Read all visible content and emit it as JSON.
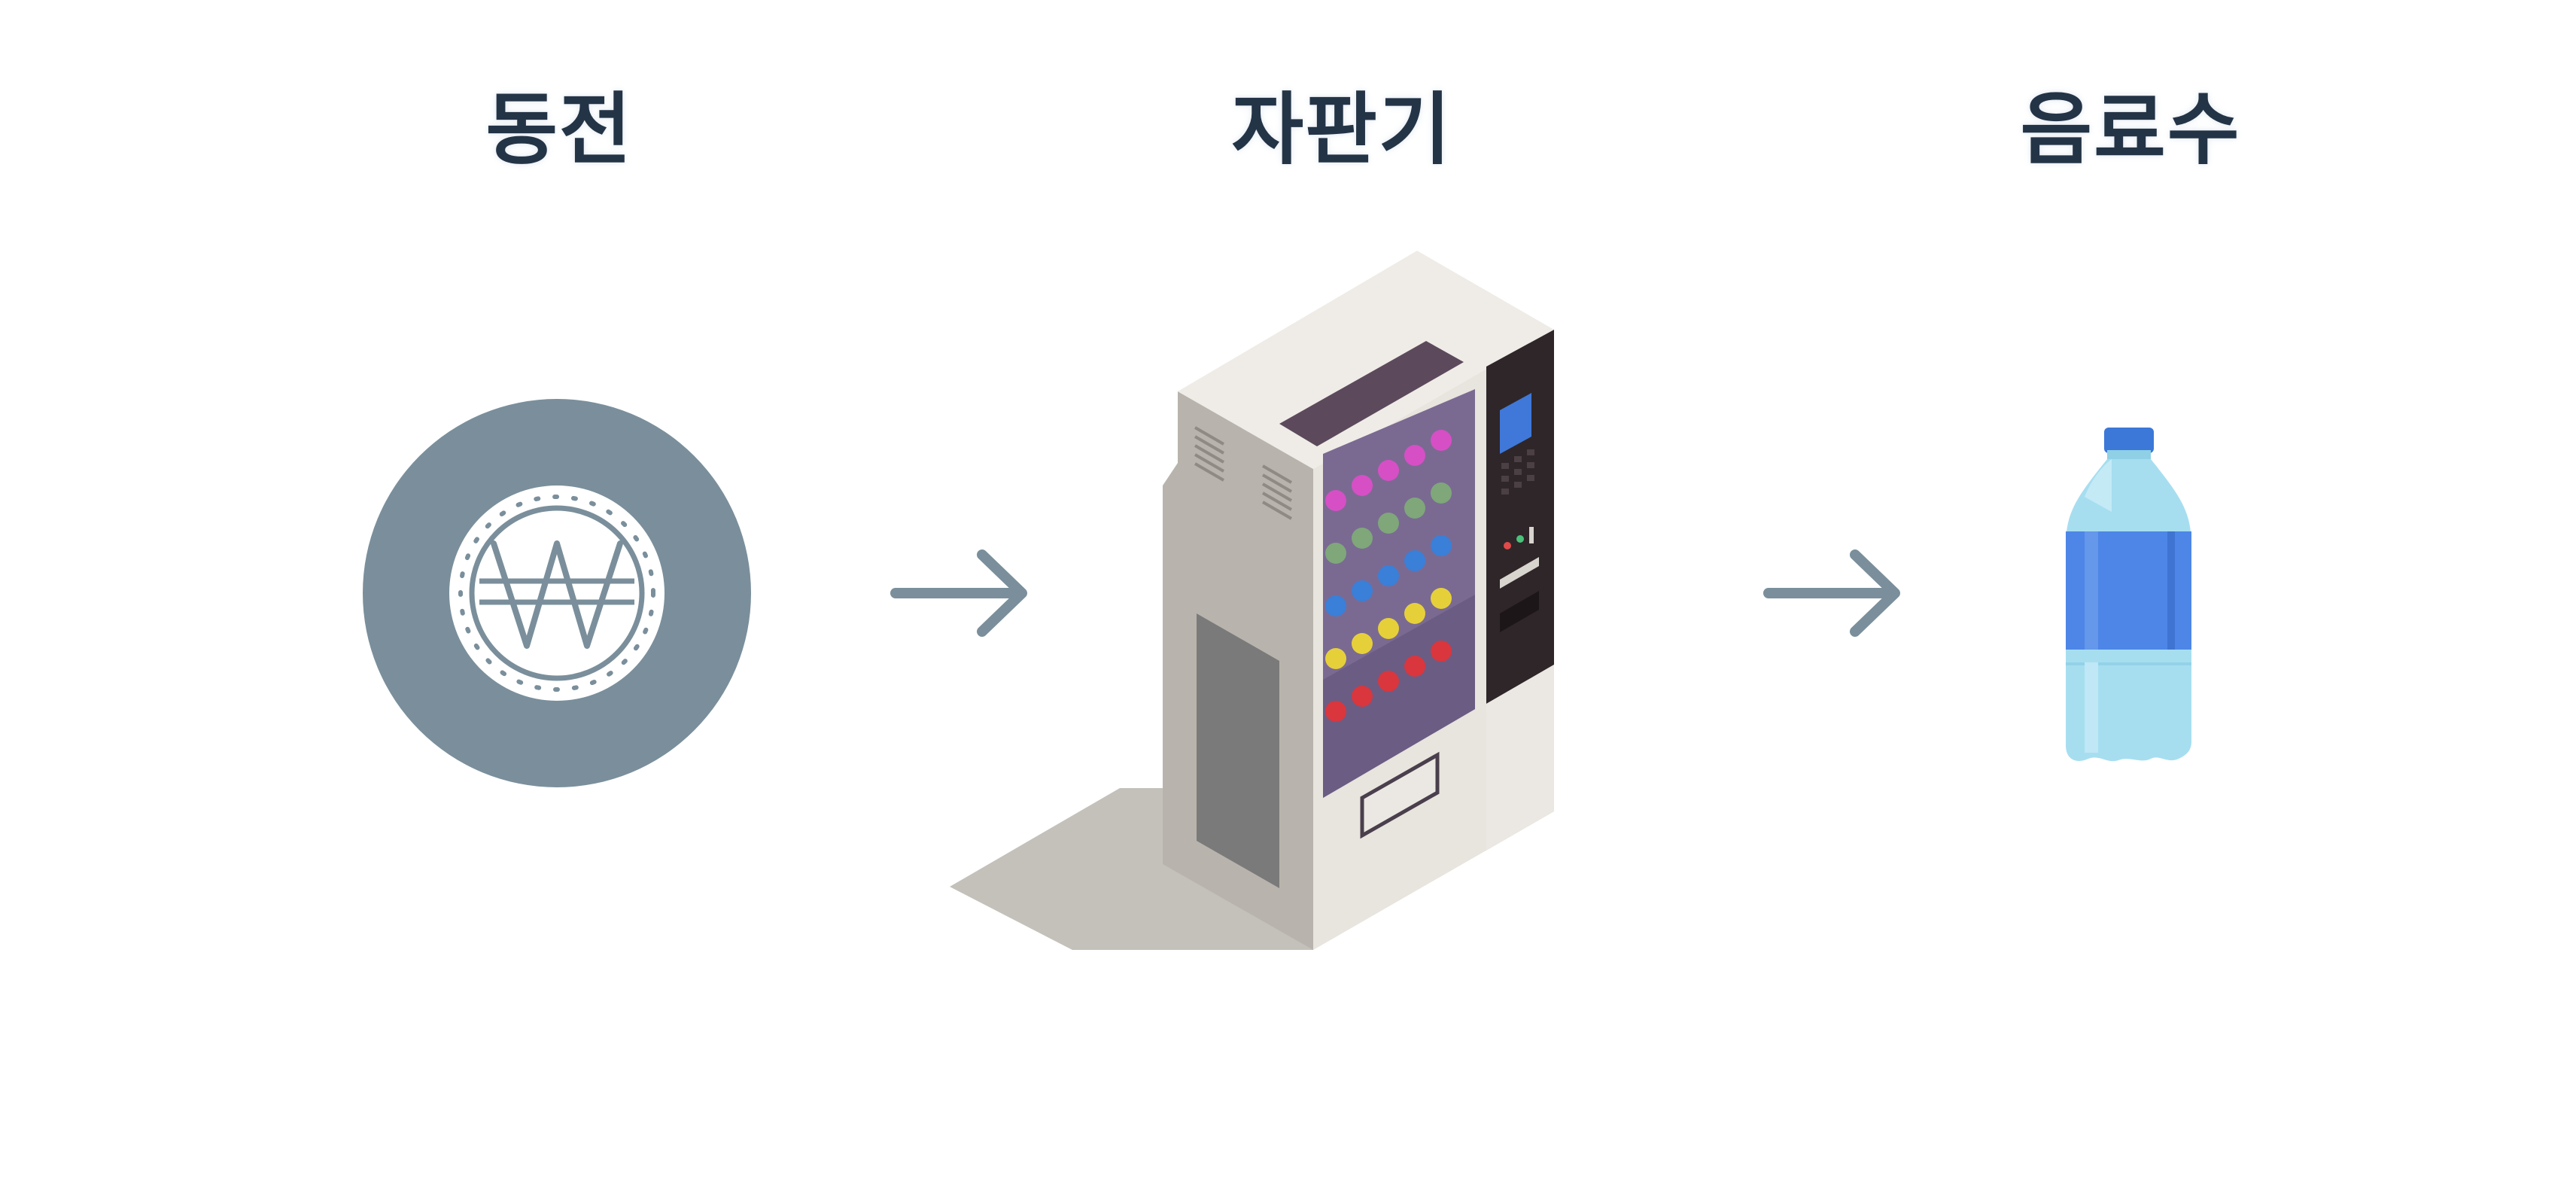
{
  "labels": {
    "coin": "동전",
    "vending_machine": "자판기",
    "beverage": "음료수"
  },
  "icons": {
    "coin": "won-coin-icon",
    "arrow": "right-arrow-icon",
    "machine": "vending-machine-illustration",
    "bottle": "water-bottle-icon"
  },
  "colors": {
    "text": "#243447",
    "coin": "#7a8f9b",
    "arrow": "#7a8f9b",
    "bottle_label": "#4d86e6",
    "bottle_body": "#9ad8ea"
  }
}
